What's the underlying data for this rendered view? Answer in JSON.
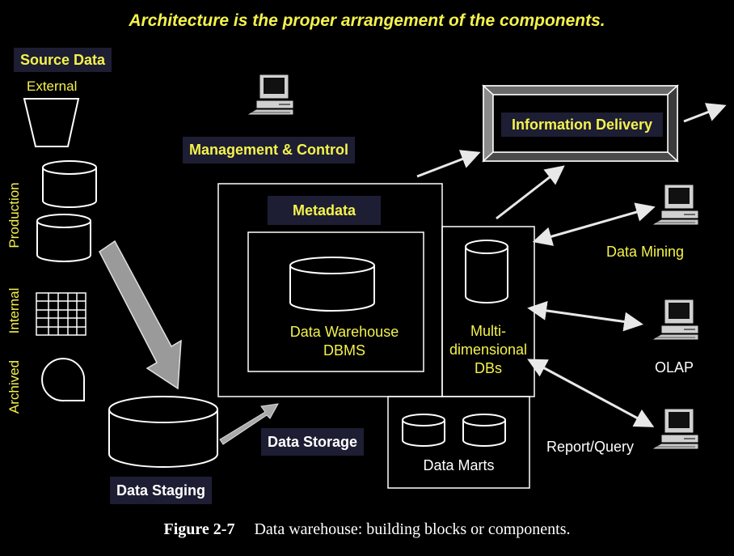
{
  "title": "Architecture is the proper arrangement of the components.",
  "labels": {
    "source_data": "Source Data",
    "external": "External",
    "production": "Production",
    "internal": "Internal",
    "archived": "Archived",
    "data_staging": "Data Staging",
    "management_control": "Management & Control",
    "metadata": "Metadata",
    "dw_line1": "Data Warehouse",
    "dw_line2": "DBMS",
    "multi_line1": "Multi-",
    "multi_line2": "dimensional",
    "multi_line3": "DBs",
    "data_storage": "Data Storage",
    "data_marts": "Data Marts",
    "information_delivery": "Information Delivery",
    "data_mining": "Data Mining",
    "olap": "OLAP",
    "report_query": "Report/Query"
  },
  "caption": {
    "figure": "Figure 2-7",
    "text": "Data warehouse: building blocks or components."
  },
  "colors": {
    "background": "#000000",
    "label_yellow": "#f4f24c",
    "label_plate": "#1d1d33",
    "lines": "#ffffff",
    "big_arrow": "#999999"
  }
}
